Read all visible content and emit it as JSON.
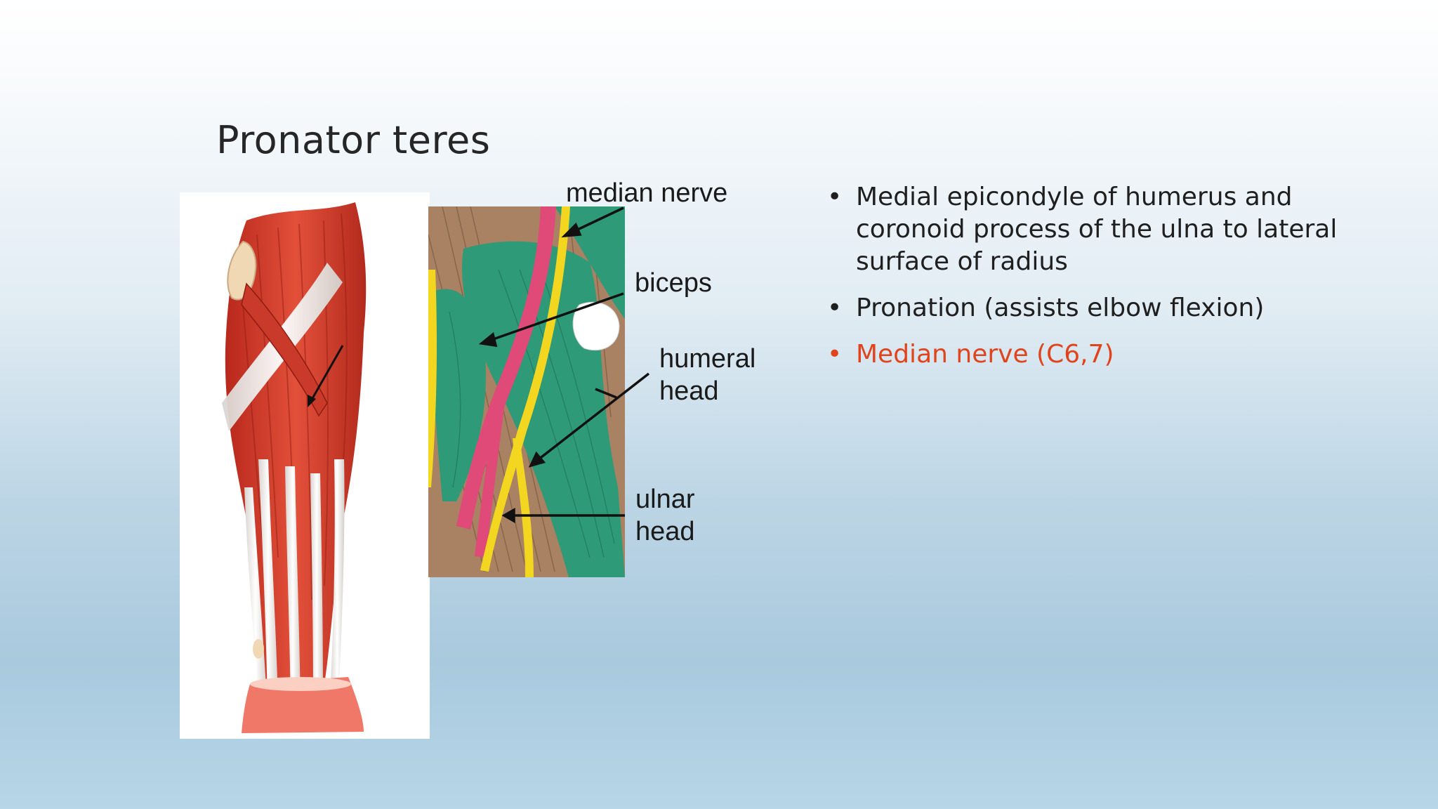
{
  "slide": {
    "title": "Pronator teres",
    "labels": {
      "median_nerve": "median nerve",
      "biceps": "biceps",
      "humeral_line1": "humeral",
      "humeral_line2": "head",
      "ulnar_line1": "ulnar",
      "ulnar_line2": "head"
    },
    "bullets": [
      {
        "text": "Medial epicondyle of humerus and coronoid process of the ulna to lateral surface of radius",
        "color": "#1f1f1f"
      },
      {
        "text": "Pronation (assists elbow flexion)",
        "color": "#1f1f1f"
      },
      {
        "text": "Median nerve (C6,7)",
        "color": "#e0441c"
      }
    ],
    "bullet_glyph": "•",
    "colors": {
      "muscle": "#d9432f",
      "tendon": "#eeeae6",
      "diagram_muscle_green": "#2f9a78",
      "diagram_artery_pink": "#df4a78",
      "diagram_nerve_yellow": "#f2d61f",
      "diagram_background_brown": "#a88263",
      "accent_red": "#e0441c"
    }
  }
}
